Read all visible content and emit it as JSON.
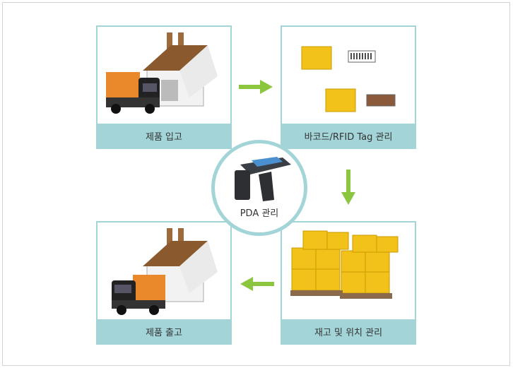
{
  "steps": [
    {
      "label": "제품 입고",
      "icon": "truck-factory-icon"
    },
    {
      "label": "바코드/RFID Tag 관리",
      "icon": "boxes-barcode-icon"
    },
    {
      "label": "재고 및 위치 관리",
      "icon": "pallet-stock-icon"
    },
    {
      "label": "제품 출고",
      "icon": "truck-factory-icon"
    }
  ],
  "center": {
    "label": "PDA 관리",
    "icon": "pda-scanner-icon"
  },
  "colors": {
    "panel": "#a3d5d8",
    "arrow": "#8cc63f",
    "box": "#f3c21a"
  }
}
